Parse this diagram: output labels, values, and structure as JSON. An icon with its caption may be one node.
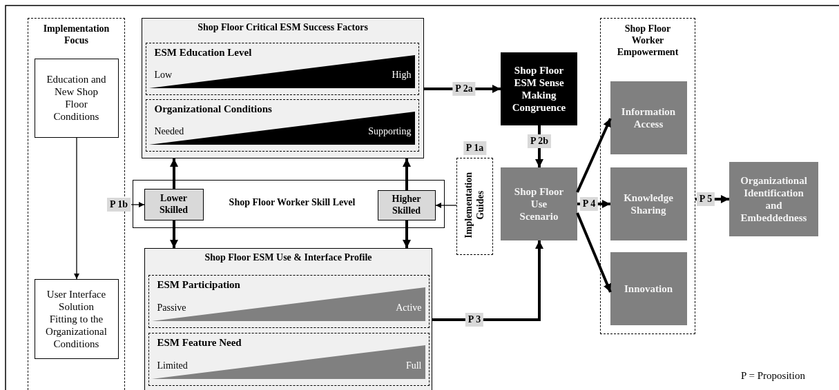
{
  "diagram": {
    "nodes": [
      {
        "text": [
          "Implementation Focus"
        ]
      },
      {
        "text": [
          "Education and New Shop Floor Conditions"
        ],
        "in": 0
      },
      {
        "text": [
          "User Interface Solution Fitting to the Organizational Conditions"
        ],
        "in": 0
      },
      {
        "text": [
          "Shop Floor Critical ESM Success Factors"
        ]
      },
      {
        "text": [
          "ESM Education Level",
          "Low",
          "High"
        ],
        "in": 3
      },
      {
        "text": [
          "Organizational Conditions",
          "Needed",
          "Supporting"
        ],
        "in": 3
      },
      {
        "text": [
          "Shop Floor Worker Skill Level"
        ]
      },
      {
        "text": [
          "Lower Skilled"
        ],
        "in": 6
      },
      {
        "text": [
          "Higher Skilled"
        ],
        "in": 6
      },
      {
        "text": [
          "Shop Floor ESM Use & Interface Profile"
        ]
      },
      {
        "text": [
          "ESM Participation",
          "Passive",
          "Active"
        ],
        "in": 9
      },
      {
        "text": [
          "ESM Feature Need",
          "Limited",
          "Full"
        ],
        "in": 9
      },
      {
        "text": [
          "Shop Floor ESM Sense Making Congruence"
        ]
      },
      {
        "text": [
          "Implementation Guides"
        ],
        "beside": [
          "P 1a"
        ]
      },
      {
        "text": [
          "Shop Floor Use Scenario"
        ]
      },
      {
        "text": [
          "Shop Floor Worker Empowerment"
        ]
      },
      {
        "text": [
          "Information Access"
        ],
        "in": 15
      },
      {
        "text": [
          "Knowledge Sharing"
        ],
        "in": 15
      },
      {
        "text": [
          "Innovation"
        ],
        "in": 15
      },
      {
        "text": [
          "Organizational Identification and Embeddedness"
        ]
      }
    ],
    "edges": [
      {
        "from": 1,
        "to": 2,
        "arrow": "to"
      },
      {
        "from": 7,
        "to": 3,
        "arrow": "to"
      },
      {
        "from": 8,
        "to": 3,
        "arrow": "to"
      },
      {
        "from": 7,
        "to": 9,
        "arrow": "to"
      },
      {
        "from": 8,
        "to": 9,
        "arrow": "to"
      },
      {
        "from": null,
        "to": 7,
        "arrow": "to",
        "label": "P 1b"
      },
      {
        "from": 13,
        "to": 8,
        "arrow": "to"
      },
      {
        "from": 3,
        "to": 12,
        "arrow": "to",
        "label": "P 2a"
      },
      {
        "from": 12,
        "to": 14,
        "arrow": "to",
        "label": "P 2b"
      },
      {
        "from": 9,
        "to": 14,
        "arrow": "to",
        "label": "P 3"
      },
      {
        "from": 14,
        "to": 16,
        "arrow": "to"
      },
      {
        "from": 14,
        "to": 17,
        "arrow": "to",
        "label": "P 4"
      },
      {
        "from": 14,
        "to": 18,
        "arrow": "to"
      },
      {
        "from": 15,
        "to": 19,
        "arrow": "to",
        "label": "P 5"
      }
    ],
    "labels": [
      "P = Proposition"
    ]
  }
}
